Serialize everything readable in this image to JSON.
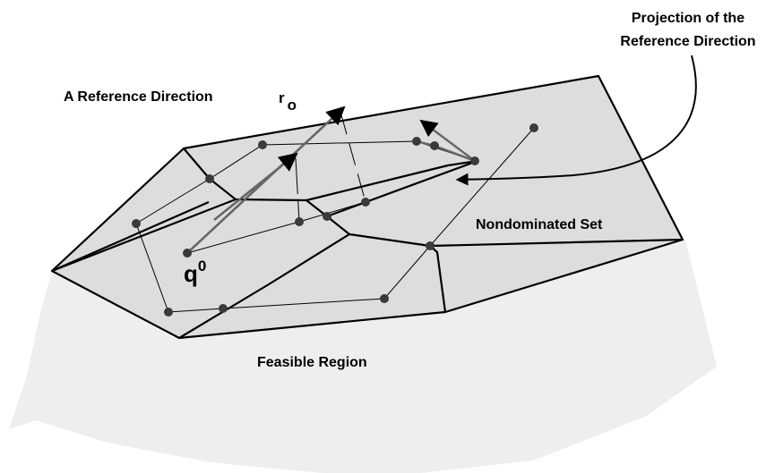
{
  "labels": {
    "projection_line1": "Projection of the",
    "projection_line2": "Reference Direction",
    "reference_direction": "A Reference Direction",
    "r_symbol": "r",
    "r_subscript": "o",
    "q_symbol": "q",
    "q_superscript": "0",
    "nondominated_set": "Nondominated Set",
    "feasible_region": "Feasible Region"
  },
  "colors": {
    "feasible_fill": "#eeeeee",
    "nondominated_fill": "#dddddd",
    "edges": "#000000",
    "points": "#3a3a3a",
    "direction_arrows": "#666666"
  }
}
